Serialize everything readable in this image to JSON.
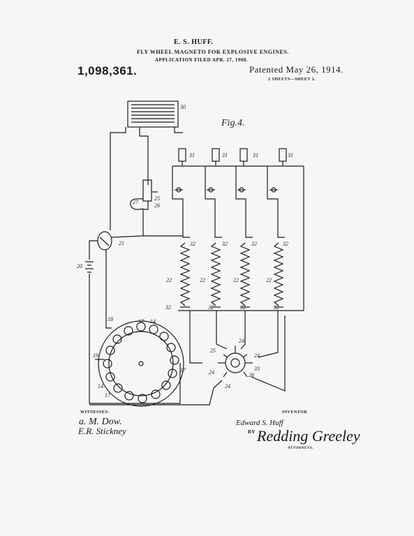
{
  "header": {
    "inventor_name": "E. S. HUFF.",
    "title": "FLY WHEEL MAGNETO FOR EXPLOSIVE ENGINES.",
    "application": "APPLICATION FILED APR. 27, 1908.",
    "patent_number": "1,098,361.",
    "patented_date": "Patented May 26, 1914.",
    "sheets": "2 SHEETS—SHEET 2."
  },
  "figure": {
    "caption": "Fig.4.",
    "labels": {
      "l30": "30",
      "l31": "31",
      "l27": "27",
      "l25": "25",
      "l26": "26",
      "l21": "21",
      "l20": "20",
      "l32": "32",
      "l22": "22",
      "l18": "18",
      "l17": "17",
      "l14": "14",
      "l19": "19",
      "l24": "24",
      "l33": "33"
    }
  },
  "footer": {
    "witnesses_label": "WITNESSES:",
    "witness_1": "a. M. Dow.",
    "witness_2": "E.R. Stickney",
    "inventor_label": "INVENTOR",
    "inventor_signature": "Edward S. Huff",
    "by_label": "BY",
    "attorney_signature": "Redding Greeley",
    "attorneys_label": "ATTORNEYS."
  }
}
